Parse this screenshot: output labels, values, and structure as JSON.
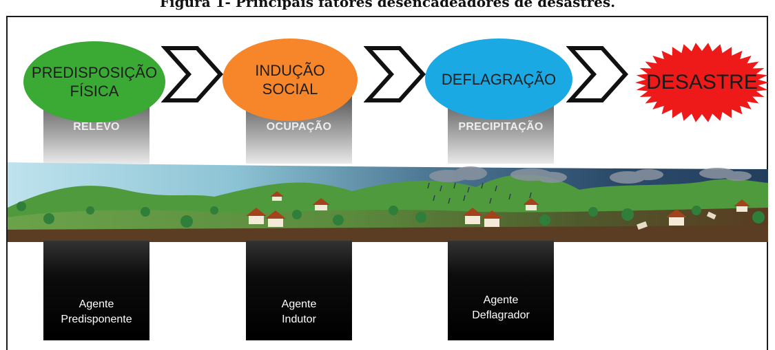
{
  "caption": "Figura 1- Principais fatores desencadeadores de desastres.",
  "stages": [
    {
      "line1": "PREDISPOSIÇÃO",
      "line2": "FÍSICA",
      "color": "#3aaa35",
      "factor": "RELEVO",
      "agent_line1": "Agente",
      "agent_line2": "Predisponente"
    },
    {
      "line1": "INDUÇÃO",
      "line2": "SOCIAL",
      "color": "#f7862a",
      "factor": "OCUPAÇÃO",
      "agent_line1": "Agente",
      "agent_line2": "Indutor"
    },
    {
      "line1": "DEFLAGRAÇÃO",
      "line2": "",
      "color": "#1aa9e3",
      "factor": "PRECIPITAÇÃO",
      "agent_line1": "Agente",
      "agent_line2": "Deflagrador"
    }
  ],
  "outcome": {
    "label": "DESASTRE",
    "color": "#ee1a1a"
  }
}
